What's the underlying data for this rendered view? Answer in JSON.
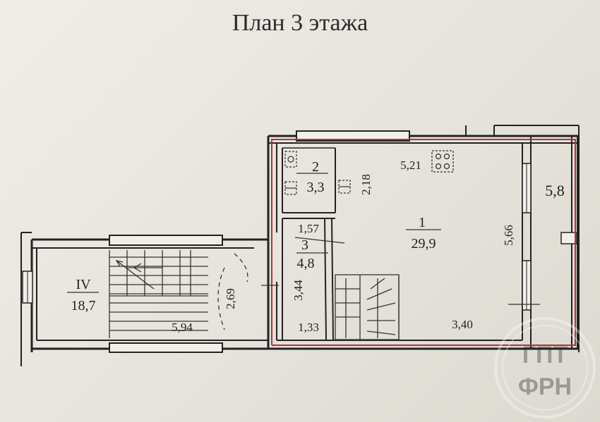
{
  "title": "План 3 этажа",
  "rooms": [
    {
      "id": "1",
      "number": "1",
      "area": "29,9"
    },
    {
      "id": "2",
      "number": "2",
      "area": "3,3"
    },
    {
      "id": "3",
      "number": "3",
      "area": "4,8"
    },
    {
      "id": "IV",
      "number": "IV",
      "area": "18,7"
    }
  ],
  "dimensions": {
    "room1_width_top": "5,21",
    "room1_depth": "5,66",
    "room1_bottom": "3,40",
    "balcony_length": "5,8",
    "room2_depth": "2,18",
    "room3_width": "1,57",
    "room3_depth": "3,44",
    "room3_bottom": "1,33",
    "stair_depth": "2,69",
    "stair_length": "5,94"
  },
  "stamp": {
    "letters": "ГПТ ФРН"
  },
  "colors": {
    "ink": "#222222",
    "boundary": "#b5303a",
    "paper": "#ebe8e1"
  }
}
